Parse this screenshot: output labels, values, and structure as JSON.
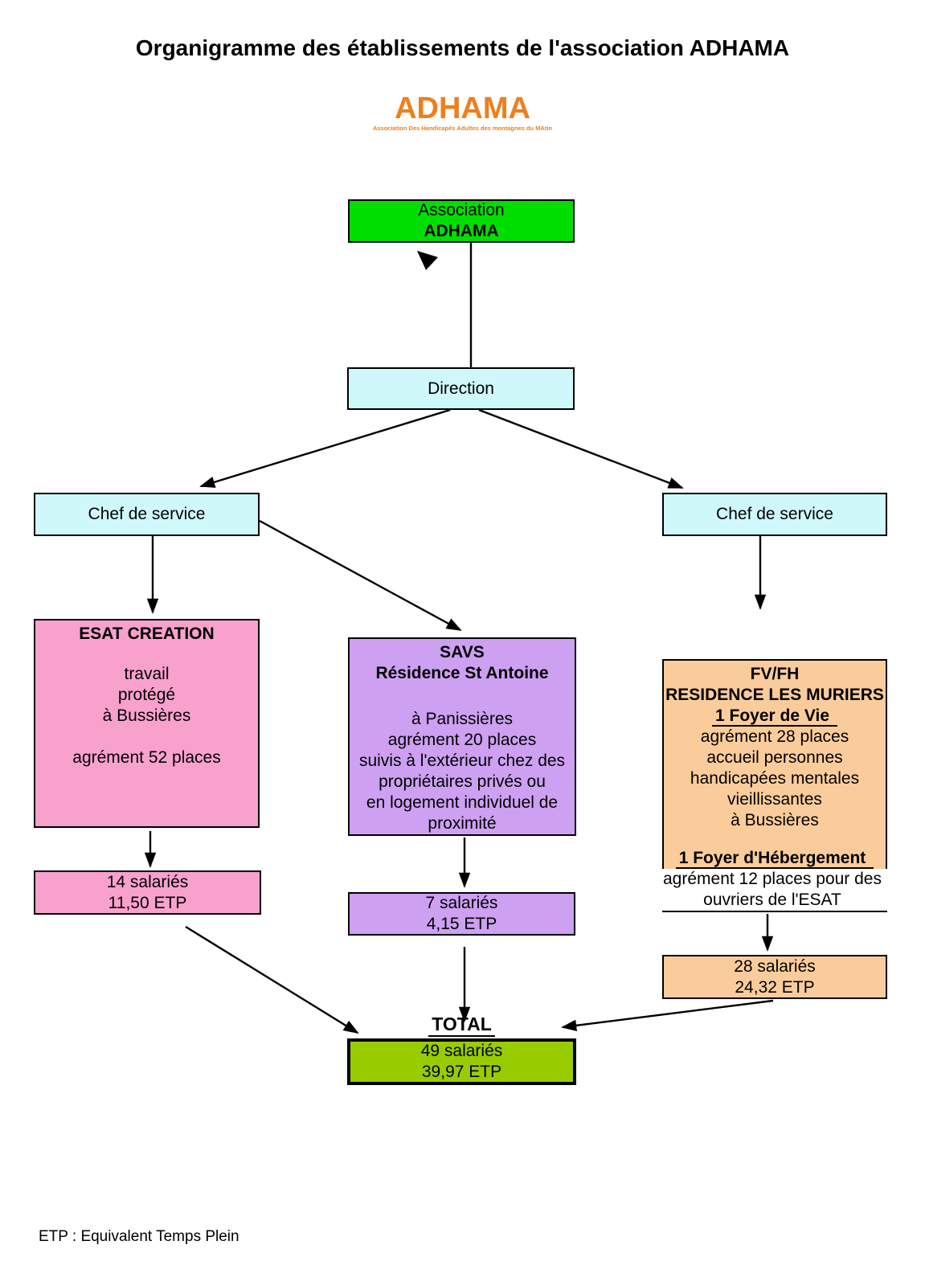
{
  "header": {
    "title": "Organigramme des établissements de l'association ADHAMA",
    "logo_text": "ADHAMA",
    "logo_tagline": "Association Des Handicapés Adultes des montagnes du MAtin"
  },
  "nodes": {
    "association": {
      "line1": "Association",
      "line2": "ADHAMA"
    },
    "direction": {
      "label": "Direction"
    },
    "chef_left": {
      "label": "Chef de service"
    },
    "chef_right": {
      "label": "Chef de service"
    },
    "esat": {
      "title": "ESAT CREATION",
      "l1": "travail",
      "l2": "protégé",
      "l3": "à  Bussières",
      "l4": "agrément 52 places"
    },
    "savs": {
      "title1": "SAVS",
      "title2": "Résidence St Antoine",
      "l1": "à Panissières",
      "l2": "agrément 20 places",
      "l3": "suivis à l'extérieur chez des",
      "l4": "propriétaires privés ou",
      "l5": "en logement individuel de",
      "l6": "proximité"
    },
    "fvfh": {
      "title1": "FV/FH",
      "title2": "RESIDENCE LES MURIERS",
      "sub1": "1 Foyer de Vie",
      "l1": "agrément 28 places",
      "l2": "accueil personnes",
      "l3": "handicapées mentales",
      "l4": "vieillissantes",
      "l5": "à Bussières",
      "sub2": "1 Foyer d'Hébergement",
      "l6": "agrément 12 places pour des",
      "l7": "ouvriers de l'ESAT"
    },
    "staff_esat": {
      "l1": "14 salariés",
      "l2": "11,50 ETP"
    },
    "staff_savs": {
      "l1": "7 salariés",
      "l2": "4,15 ETP"
    },
    "staff_fvfh": {
      "l1": "28 salariés",
      "l2": "24,32 ETP"
    },
    "total": {
      "label": "TOTAL",
      "l1": "49 salariés",
      "l2": "39,97 ETP"
    }
  },
  "footer": {
    "note": "ETP : Equivalent Temps Plein"
  },
  "colors": {
    "association_green": "#00DE00",
    "box_cyan": "#CFF8FA",
    "esat_pink": "#F9A1CD",
    "savs_purple": "#CDA0F2",
    "fvfh_tan": "#FBCC9B",
    "total_green": "#99CC00",
    "logo_orange": "#EE7F1D"
  }
}
